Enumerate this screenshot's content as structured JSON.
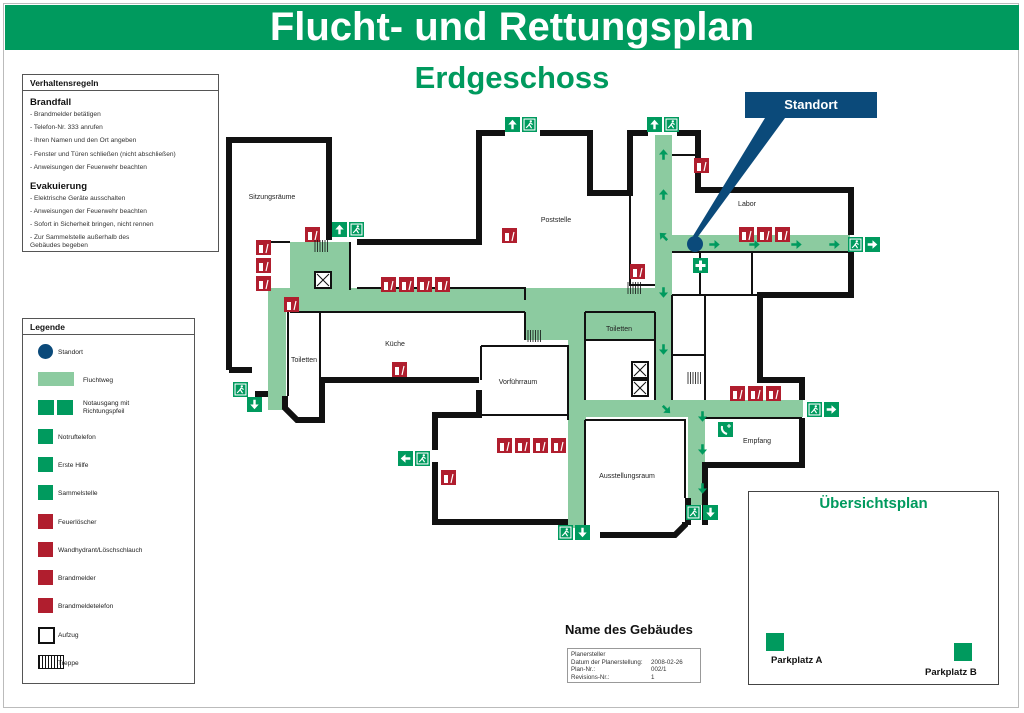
{
  "header": {
    "title": "Flucht- und Rettungsplan",
    "floor": "Erdgeschoss"
  },
  "callout": {
    "label": "Standort"
  },
  "rules": {
    "title": "Verhaltensregeln",
    "sections": [
      {
        "heading": "Brandfall",
        "items": [
          "- Brandmelder betätigen",
          "- Telefon-Nr. 333 anrufen",
          "- Ihren Namen und den Ort angeben",
          "- Fenster und Türen schließen (nicht abschließen)",
          "- Anweisungen der Feuerwehr beachten"
        ]
      },
      {
        "heading": "Evakuierung",
        "items": [
          "- Elektrische Geräte ausschalten",
          "- Anweisungen der Feuerwehr beachten",
          "- Sofort in Sicherheit bringen, nicht rennen",
          "- Zur Sammelstelle außerhalb des Gebäudes begeben"
        ]
      }
    ]
  },
  "legend": {
    "title": "Legende",
    "items": [
      {
        "label": "Standort",
        "icon": "location-dot"
      },
      {
        "label": "Fluchtweg",
        "icon": "escape-route-arrow"
      },
      {
        "label": "Notausgang mit Richtungspfeil",
        "icon": "emergency-exit-sign"
      },
      {
        "label": "Notruftelefon",
        "icon": "emergency-phone"
      },
      {
        "label": "Erste Hilfe",
        "icon": "first-aid"
      },
      {
        "label": "Sammelstelle",
        "icon": "assembly-point"
      },
      {
        "label": "Feuerlöscher",
        "icon": "fire-extinguisher"
      },
      {
        "label": "Wandhydrant/Löschschlauch",
        "icon": "fire-hose"
      },
      {
        "label": "Brandmelder",
        "icon": "fire-alarm"
      },
      {
        "label": "Brandmeldetelefon",
        "icon": "fire-phone"
      },
      {
        "label": "Aufzug",
        "icon": "elevator"
      },
      {
        "label": "Treppe",
        "icon": "stairs"
      }
    ]
  },
  "rooms": [
    "Sitzungsräume",
    "Poststelle",
    "Labor",
    "Toiletten",
    "Küche",
    "Toiletten",
    "Vorführraum",
    "Ausstellungsraum",
    "Empfang"
  ],
  "overview": {
    "title": "Übersichtsplan",
    "parking_a": "Parkplatz A",
    "parking_b": "Parkplatz B"
  },
  "building": {
    "name": "Name des Gebäudes",
    "info": [
      {
        "key": "Planersteller",
        "value": ""
      },
      {
        "key": "Datum der Planerstellung:",
        "value": "2008-02-26"
      },
      {
        "key": "Plan-Nr.:",
        "value": "002/1"
      },
      {
        "key": "Revisions-Nr.:",
        "value": "1"
      }
    ]
  },
  "colors": {
    "green": "#009a5e",
    "route": "#8ccba0",
    "red": "#b01e2e",
    "navy": "#0b4a7a"
  }
}
